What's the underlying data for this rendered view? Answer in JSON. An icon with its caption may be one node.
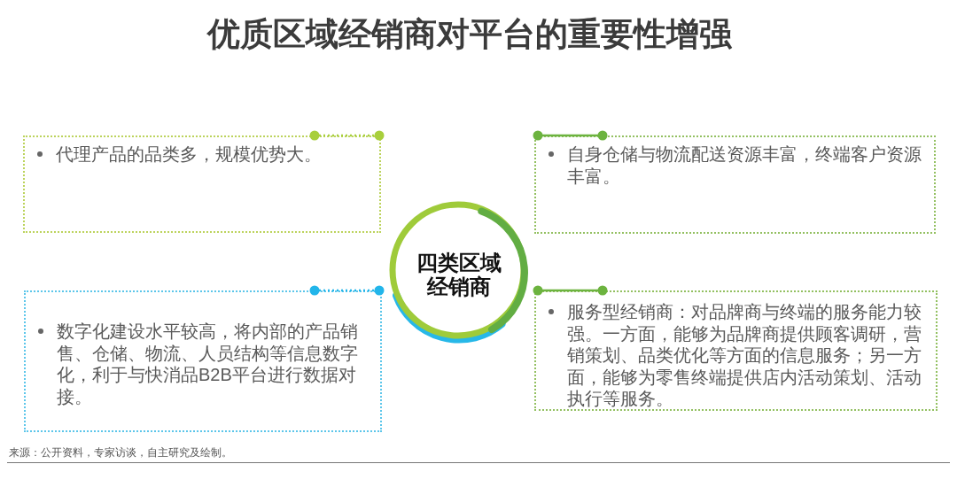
{
  "diagram": {
    "title": "优质区域经销商对平台的重要性增强",
    "nodes": [
      {
        "text": [
          "代理产品的品类多，规模优势大。"
        ]
      },
      {
        "text": [
          "自身仓储与物流配送资源丰富，终端客户资源丰富。"
        ]
      },
      {
        "text": [
          "四类区域经销商"
        ]
      },
      {
        "text": [
          "数字化建设水平较高，将内部的产品销售、仓储、物流、人员结构等信息数字化，利于与快消品B2B平台进行数据对接。"
        ]
      },
      {
        "text": [
          "服务型经销商：对品牌商与终端的服务能力较强。一方面，能够为品牌商提供顾客调研，营销策划、品类优化等方面的信息服务；另一方面，能够为零售终端提供店内活动策划、活动执行等服务。"
        ]
      }
    ],
    "labels": [
      "来源：公开资料，专家访谈，自主研究及绘制。"
    ]
  }
}
